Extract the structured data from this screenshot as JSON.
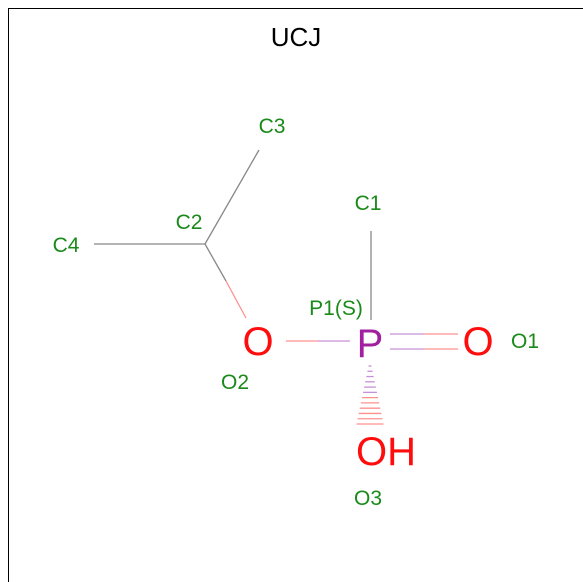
{
  "title": "UCJ",
  "colors": {
    "frame": "#000000",
    "carbon_bond": "#888888",
    "oxygen": "#ff0d0d",
    "phosphorus": "#a020a0",
    "label_green": "#1a8a1a",
    "bond_oxygen_tint": "#ff9090",
    "bond_phosphorus_tint": "#c890d8"
  },
  "atoms": {
    "c1": {
      "label": "C1"
    },
    "c2": {
      "label": "C2"
    },
    "c3": {
      "label": "C3"
    },
    "c4": {
      "label": "C4"
    },
    "p1": {
      "symbol": "P",
      "label": "P1(S)"
    },
    "o1": {
      "symbol": "O",
      "label": "O1"
    },
    "o2": {
      "symbol": "O",
      "label": "O2"
    },
    "o3": {
      "symbol": "OH",
      "label": "O3"
    }
  }
}
